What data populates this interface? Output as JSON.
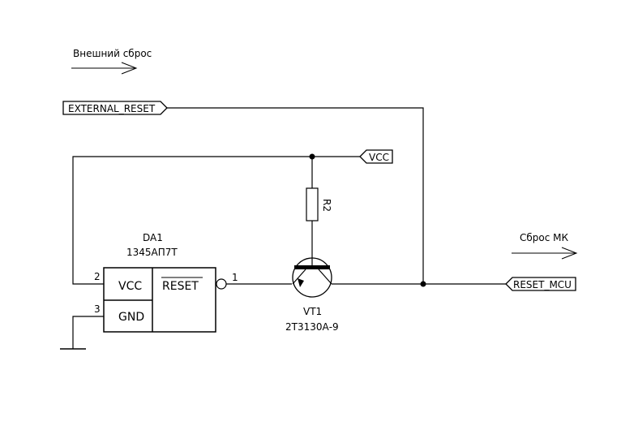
{
  "annotations": {
    "external_reset_caption": "Внешний сброс",
    "mcu_reset_caption": "Сброс МК"
  },
  "ports": {
    "external_reset": "EXTERNAL_RESET",
    "vcc": "VCC",
    "reset_mcu": "RESET_MCU"
  },
  "ic": {
    "designator": "DA1",
    "part": "1345АП7Т",
    "pin_vcc_label": "VCC",
    "pin_gnd_label": "GND",
    "pin_reset_label": "RESET",
    "pin_vcc_number": "2",
    "pin_gnd_number": "3",
    "pin_reset_number": "1"
  },
  "resistor": {
    "designator": "R2"
  },
  "transistor": {
    "designator": "VT1",
    "part": "2Т3130А-9"
  }
}
